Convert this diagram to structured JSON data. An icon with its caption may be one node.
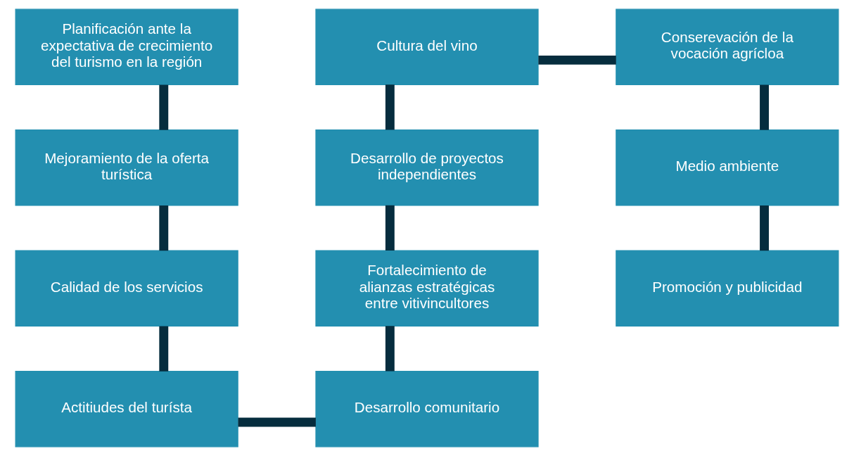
{
  "diagram": {
    "nodes": [
      {
        "text": [
          "Planificación ante la expectativa de crecimiento del turismo en la región"
        ]
      },
      {
        "text": [
          "Mejoramiento de la oferta turística"
        ]
      },
      {
        "text": [
          "Calidad de los servicios"
        ]
      },
      {
        "text": [
          "Actitiudes del turísta"
        ]
      },
      {
        "text": [
          "Desarrollo comunitario"
        ]
      },
      {
        "text": [
          "Fortalecimiento de alianzas estratégicas entre vitivincultores"
        ]
      },
      {
        "text": [
          "Desarrollo de proyectos independientes"
        ]
      },
      {
        "text": [
          "Cultura del vino"
        ]
      },
      {
        "text": [
          "Conserevación de la vocación agrícloa"
        ]
      },
      {
        "text": [
          "Medio ambiente"
        ]
      },
      {
        "text": [
          "Promoción y publicidad"
        ]
      }
    ],
    "edges": [
      {
        "from": 0,
        "to": 1,
        "arrow": "none"
      },
      {
        "from": 1,
        "to": 2,
        "arrow": "none"
      },
      {
        "from": 2,
        "to": 3,
        "arrow": "none"
      },
      {
        "from": 3,
        "to": 4,
        "arrow": "none"
      },
      {
        "from": 4,
        "to": 5,
        "arrow": "none"
      },
      {
        "from": 5,
        "to": 6,
        "arrow": "none"
      },
      {
        "from": 6,
        "to": 7,
        "arrow": "none"
      },
      {
        "from": 7,
        "to": 8,
        "arrow": "none"
      },
      {
        "from": 8,
        "to": 9,
        "arrow": "none"
      },
      {
        "from": 9,
        "to": 10,
        "arrow": "none"
      }
    ]
  }
}
